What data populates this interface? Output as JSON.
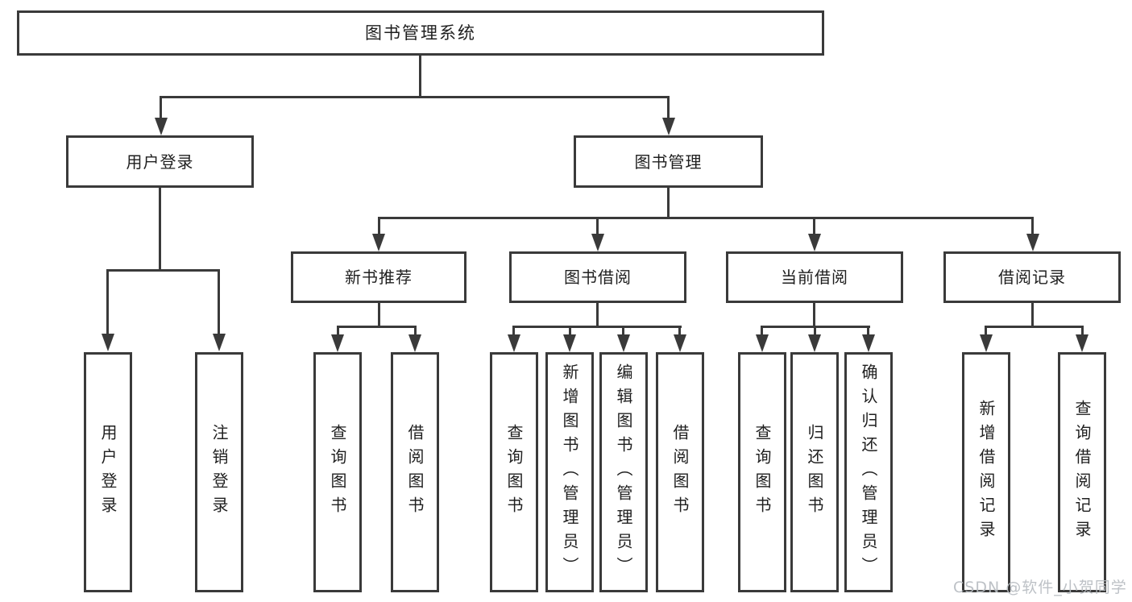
{
  "colors": {
    "line": "#3a3a3a",
    "text": "#1f1f1f",
    "box-bg": "#ffffff",
    "bg": "#ffffff",
    "watermark": "#b6bbc0"
  },
  "tree": {
    "root": {
      "label": "图书管理系统"
    },
    "branches": [
      {
        "label": "用户登录",
        "children": [
          {
            "label": "用户登录"
          },
          {
            "label": "注销登录"
          }
        ]
      },
      {
        "label": "图书管理",
        "children": [
          {
            "label": "新书推荐",
            "children": [
              {
                "label": "查询图书"
              },
              {
                "label": "借阅图书"
              }
            ]
          },
          {
            "label": "图书借阅",
            "children": [
              {
                "label": "查询图书"
              },
              {
                "label": "新增图书（管理员）"
              },
              {
                "label": "编辑图书（管理员）"
              },
              {
                "label": "借阅图书"
              }
            ]
          },
          {
            "label": "当前借阅",
            "children": [
              {
                "label": "查询图书"
              },
              {
                "label": "归还图书"
              },
              {
                "label": "确认归还（管理员）"
              }
            ]
          },
          {
            "label": "借阅记录",
            "children": [
              {
                "label": "新增借阅记录"
              },
              {
                "label": "查询借阅记录"
              }
            ]
          }
        ]
      }
    ]
  },
  "watermark": {
    "text": "CSDN @软件_小贺同学"
  }
}
